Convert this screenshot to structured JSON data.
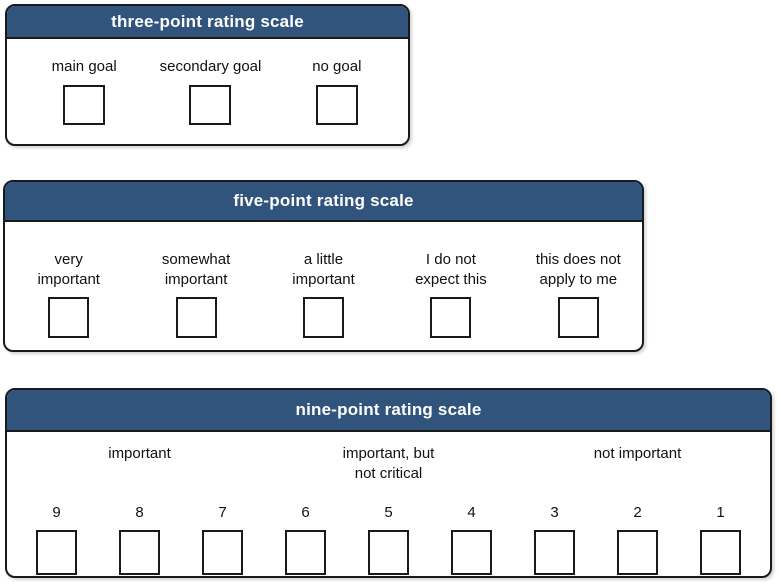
{
  "colors": {
    "header_bg": "#31547C",
    "header_text": "#ffffff",
    "border": "#1a1a1a",
    "body_bg": "#ffffff"
  },
  "scales": [
    {
      "title": "three-point rating scale",
      "options": [
        {
          "label": "main goal",
          "checked": false
        },
        {
          "label": "secondary goal",
          "checked": false
        },
        {
          "label": "no goal",
          "checked": false
        }
      ]
    },
    {
      "title": "five-point rating scale",
      "options": [
        {
          "label": "very\nimportant",
          "checked": false
        },
        {
          "label": "somewhat\nimportant",
          "checked": false
        },
        {
          "label": "a little\nimportant",
          "checked": false
        },
        {
          "label": "I do not\nexpect this",
          "checked": false
        },
        {
          "label": "this does not\napply to me",
          "checked": false
        }
      ]
    },
    {
      "title": "nine-point rating scale",
      "group_labels": [
        "important",
        "important, but\nnot critical",
        "not important"
      ],
      "options": [
        {
          "label": "9",
          "checked": false
        },
        {
          "label": "8",
          "checked": false
        },
        {
          "label": "7",
          "checked": false
        },
        {
          "label": "6",
          "checked": false
        },
        {
          "label": "5",
          "checked": false
        },
        {
          "label": "4",
          "checked": false
        },
        {
          "label": "3",
          "checked": false
        },
        {
          "label": "2",
          "checked": false
        },
        {
          "label": "1",
          "checked": false
        }
      ]
    }
  ]
}
